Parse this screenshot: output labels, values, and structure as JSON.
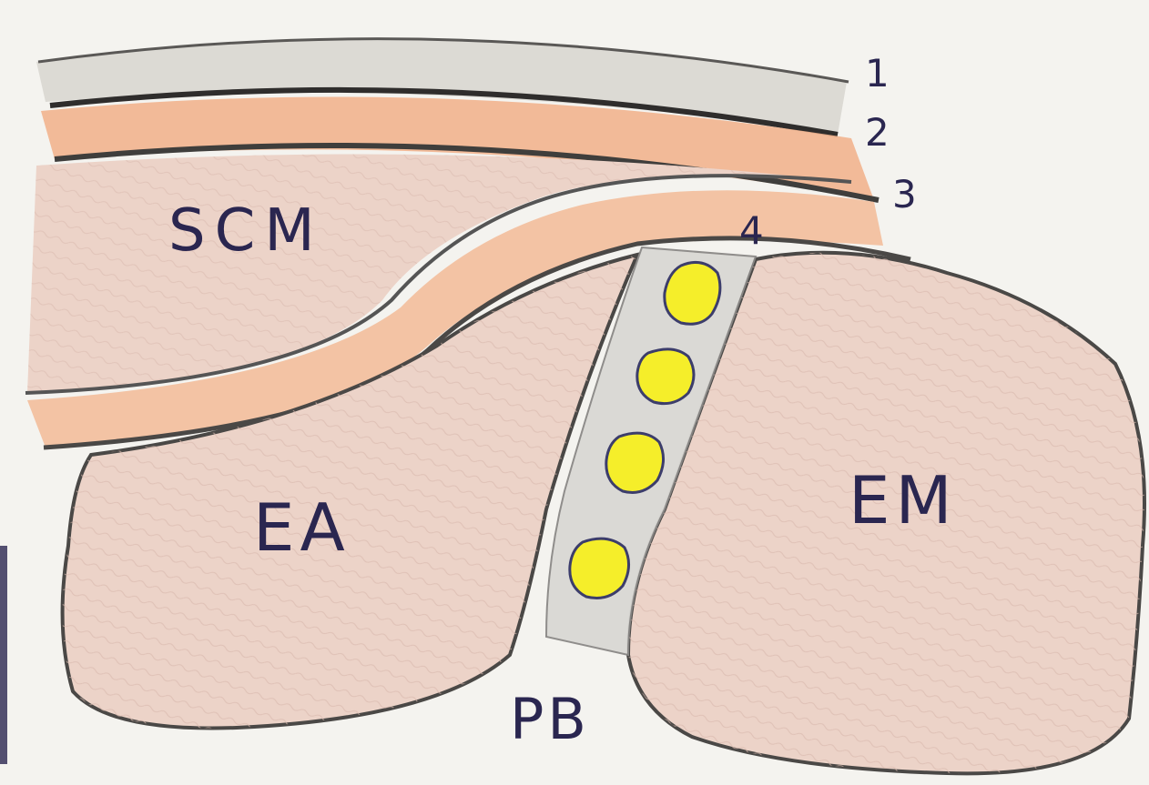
{
  "diagram": {
    "labels": {
      "scm": "SCM",
      "ea": "EA",
      "em": "EM",
      "pb": "PB",
      "layer_1": "1",
      "layer_2": "2",
      "layer_3": "3",
      "layer_4": "4"
    },
    "colors": {
      "paper": "#f4f3ef",
      "muscle": "#ecd3c8",
      "muscle_line": "#c79a8f",
      "fascia_orange": "#f2b48e",
      "skin_grey": "#dcdad4",
      "outline": "#4a4846",
      "nerve_fill": "#f5ee2a",
      "nerve_outline": "#3c3d6b",
      "ink": "#2a2650"
    },
    "nerve_roots": 4
  }
}
